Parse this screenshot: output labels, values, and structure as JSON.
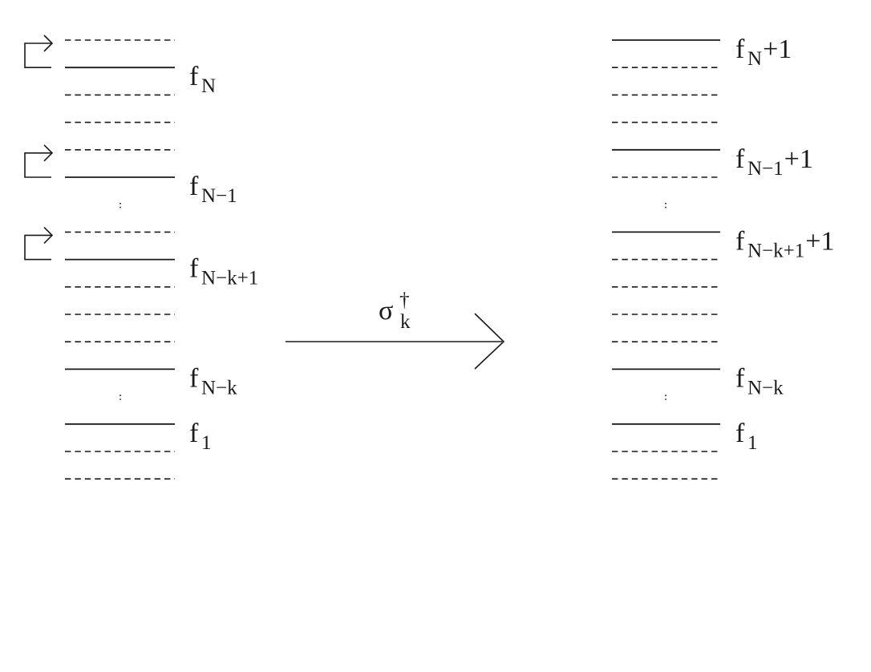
{
  "left_column": {
    "levels": [
      {
        "kind": "dashed",
        "arrow": true
      },
      {
        "kind": "solid",
        "label_main": "f",
        "label_sub": "N",
        "label_tail": ""
      },
      {
        "kind": "dashed"
      },
      {
        "kind": "dashed"
      },
      {
        "kind": "dashed",
        "arrow": true
      },
      {
        "kind": "solid",
        "label_main": "f",
        "label_sub": "N−1",
        "label_tail": ""
      },
      {
        "kind": "ellipsis"
      },
      {
        "kind": "dashed",
        "arrow": true
      },
      {
        "kind": "solid",
        "label_main": "f",
        "label_sub": "N−k+1",
        "label_tail": ""
      },
      {
        "kind": "dashed"
      },
      {
        "kind": "dashed"
      },
      {
        "kind": "dashed"
      },
      {
        "kind": "solid",
        "label_main": "f",
        "label_sub": "N−k",
        "label_tail": ""
      },
      {
        "kind": "ellipsis"
      },
      {
        "kind": "solid",
        "label_main": "f",
        "label_sub": "1",
        "label_tail": ""
      },
      {
        "kind": "dashed"
      },
      {
        "kind": "dashed"
      }
    ]
  },
  "right_column": {
    "levels": [
      {
        "kind": "solid",
        "label_main": "f",
        "label_sub": "N",
        "label_tail": "+1"
      },
      {
        "kind": "dashed"
      },
      {
        "kind": "dashed"
      },
      {
        "kind": "dashed"
      },
      {
        "kind": "solid",
        "label_main": "f",
        "label_sub": "N−1",
        "label_tail": "+1"
      },
      {
        "kind": "dashed"
      },
      {
        "kind": "ellipsis"
      },
      {
        "kind": "solid",
        "label_main": "f",
        "label_sub": "N−k+1",
        "label_tail": "+1"
      },
      {
        "kind": "dashed"
      },
      {
        "kind": "dashed"
      },
      {
        "kind": "dashed"
      },
      {
        "kind": "dashed"
      },
      {
        "kind": "solid",
        "label_main": "f",
        "label_sub": "N−k",
        "label_tail": ""
      },
      {
        "kind": "ellipsis"
      },
      {
        "kind": "solid",
        "label_main": "f",
        "label_sub": "1",
        "label_tail": ""
      },
      {
        "kind": "dashed"
      },
      {
        "kind": "dashed"
      }
    ]
  },
  "operator": {
    "symbol": "σ",
    "subscript": "k",
    "superscript": "†"
  },
  "colors": {
    "ink": "#1a1a1a",
    "background": "#ffffff"
  }
}
